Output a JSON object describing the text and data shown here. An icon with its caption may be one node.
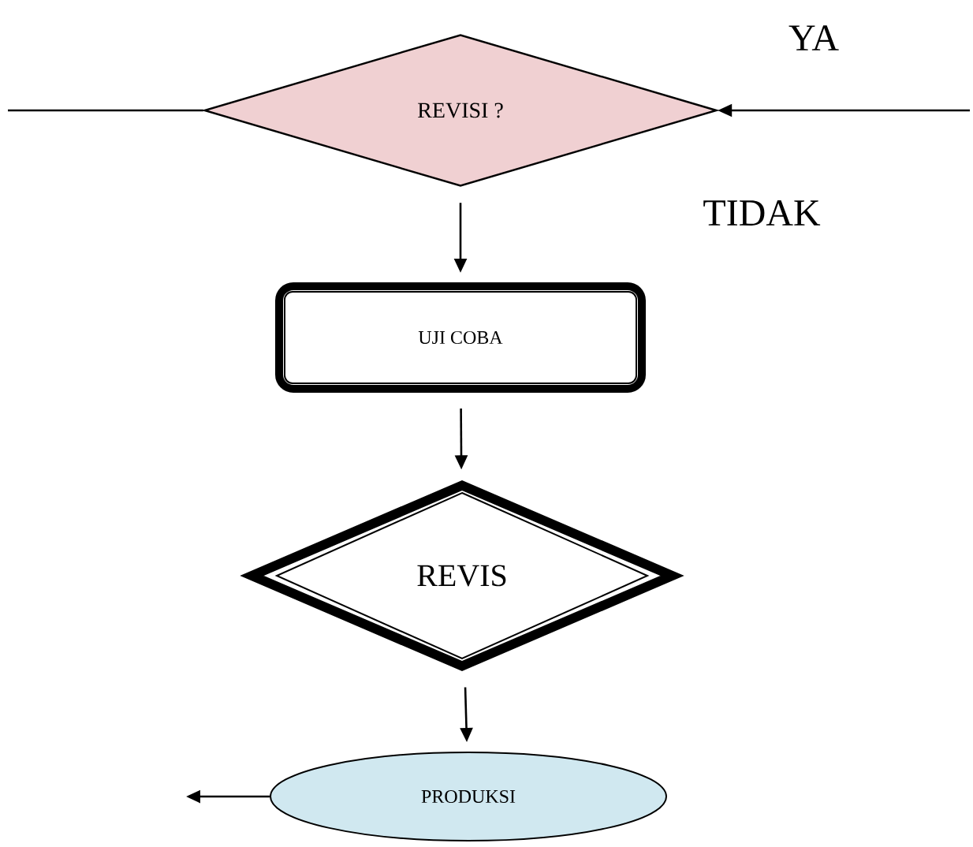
{
  "diagram": {
    "nodes": [
      {
        "text": [
          "REVISI ?"
        ]
      },
      {
        "text": [
          "UJI COBA"
        ]
      },
      {
        "text": [
          "REVIS"
        ]
      },
      {
        "text": [
          "PRODUKSI"
        ]
      }
    ],
    "edges": [
      {
        "from": null,
        "to": 0,
        "arrow": "none"
      },
      {
        "from": null,
        "to": 0,
        "arrow": "to"
      },
      {
        "from": 0,
        "to": 1,
        "arrow": "to"
      },
      {
        "from": 1,
        "to": 2,
        "arrow": "to"
      },
      {
        "from": 2,
        "to": 3,
        "arrow": "to"
      },
      {
        "from": 3,
        "to": null,
        "arrow": "to"
      }
    ],
    "labels": [
      "YA",
      "TIDAK"
    ]
  }
}
